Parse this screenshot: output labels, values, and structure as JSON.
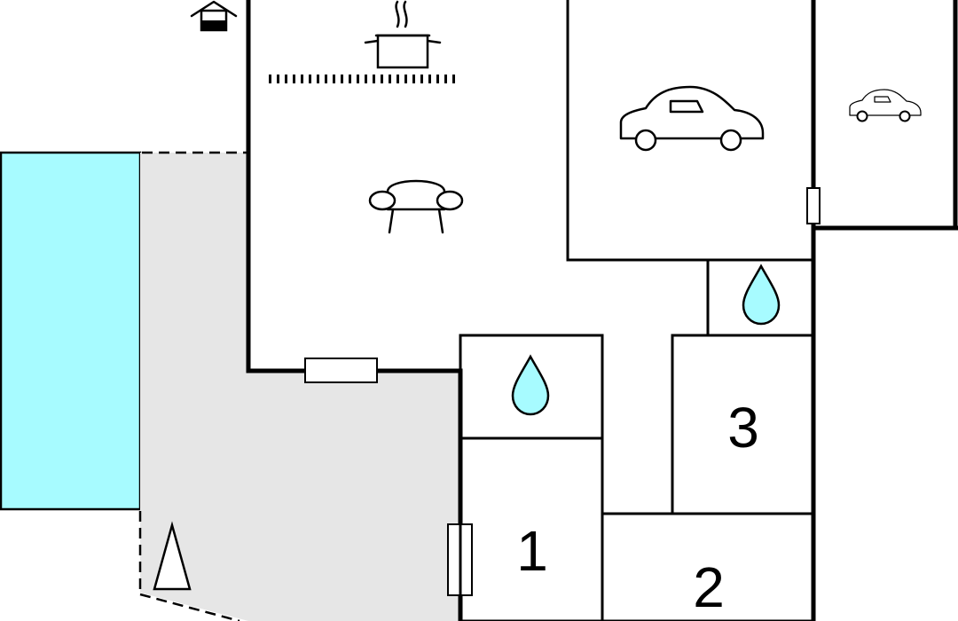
{
  "plan": {
    "bedrooms": [
      {
        "number": "1"
      },
      {
        "number": "2"
      },
      {
        "number": "3"
      }
    ],
    "icons": [
      "well-icon",
      "cooking-pot-icon",
      "sofa-icon",
      "car-icon",
      "car-icon",
      "water-drop-icon",
      "water-drop-icon",
      "parasol-icon"
    ],
    "colors": {
      "pool": "#a7fbff",
      "terrace": "#e6e6e6",
      "water_drop": "#a7fbff",
      "walls": "#000000"
    }
  }
}
